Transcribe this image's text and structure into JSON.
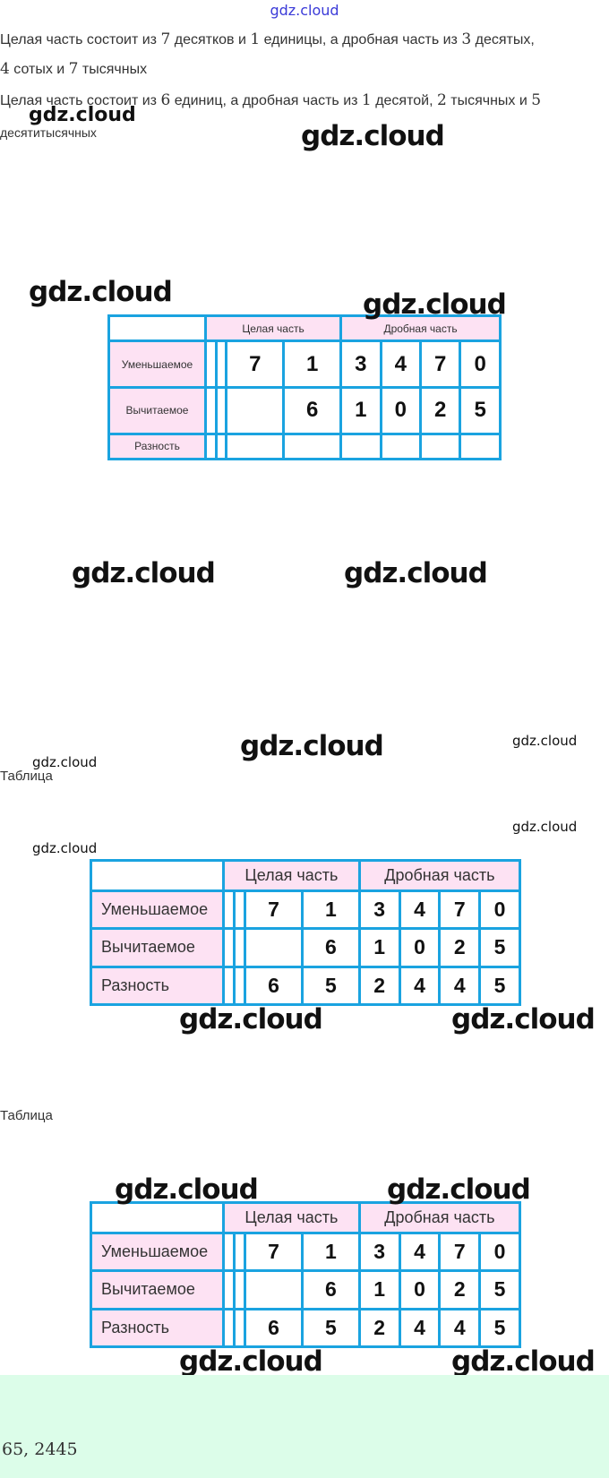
{
  "top_link": "gdz.cloud",
  "paragraphs": [
    {
      "parts": [
        "Целая часть состоит из ",
        "7",
        " десятков и ",
        "1",
        " единицы, а дробная часть из ",
        "3",
        " десятых,"
      ]
    },
    {
      "parts": [
        "4",
        " сотых и ",
        "7",
        " тысячных"
      ]
    },
    {
      "parts": [
        "Целая часть состоит из ",
        "6",
        " единиц, а дробная часть из ",
        "1",
        " десятой, ",
        "2",
        " тысячных и ",
        "5"
      ]
    },
    {
      "parts": [
        "десятитысячных"
      ]
    }
  ],
  "watermark": "gdz.cloud",
  "caption": "Таблица",
  "tables": [
    {
      "header": [
        "Целая часть",
        "Дробная часть"
      ],
      "rows": [
        {
          "label": "Уменьшаемое",
          "digits": [
            "",
            "",
            "7",
            "1",
            "3",
            "4",
            "7",
            "0"
          ]
        },
        {
          "label": "Вычитаемое",
          "digits": [
            "",
            "",
            "",
            "6",
            "1",
            "0",
            "2",
            "5"
          ]
        },
        {
          "label": "Разность",
          "digits": [
            "",
            "",
            "",
            "",
            "",
            "",
            "",
            ""
          ]
        }
      ]
    },
    {
      "header": [
        "Целая часть",
        "Дробная часть"
      ],
      "rows": [
        {
          "label": "Уменьшаемое",
          "digits": [
            "",
            "",
            "7",
            "1",
            "3",
            "4",
            "7",
            "0"
          ]
        },
        {
          "label": "Вычитаемое",
          "digits": [
            "",
            "",
            "",
            "6",
            "1",
            "0",
            "2",
            "5"
          ]
        },
        {
          "label": "Разность",
          "digits": [
            "",
            "",
            "6",
            "5",
            "2",
            "4",
            "4",
            "5"
          ]
        }
      ]
    },
    {
      "header": [
        "Целая часть",
        "Дробная часть"
      ],
      "rows": [
        {
          "label": "Уменьшаемое",
          "digits": [
            "",
            "",
            "7",
            "1",
            "3",
            "4",
            "7",
            "0"
          ]
        },
        {
          "label": "Вычитаемое",
          "digits": [
            "",
            "",
            "",
            "6",
            "1",
            "0",
            "2",
            "5"
          ]
        },
        {
          "label": "Разность",
          "digits": [
            "",
            "",
            "6",
            "5",
            "2",
            "4",
            "4",
            "5"
          ]
        }
      ]
    }
  ],
  "answer": "65, 2445",
  "colors": {
    "border": "#1aa3e0",
    "label_bg": "#fde2f3",
    "answer_bg": "#dcfde9",
    "link": "#3a3ad8"
  }
}
